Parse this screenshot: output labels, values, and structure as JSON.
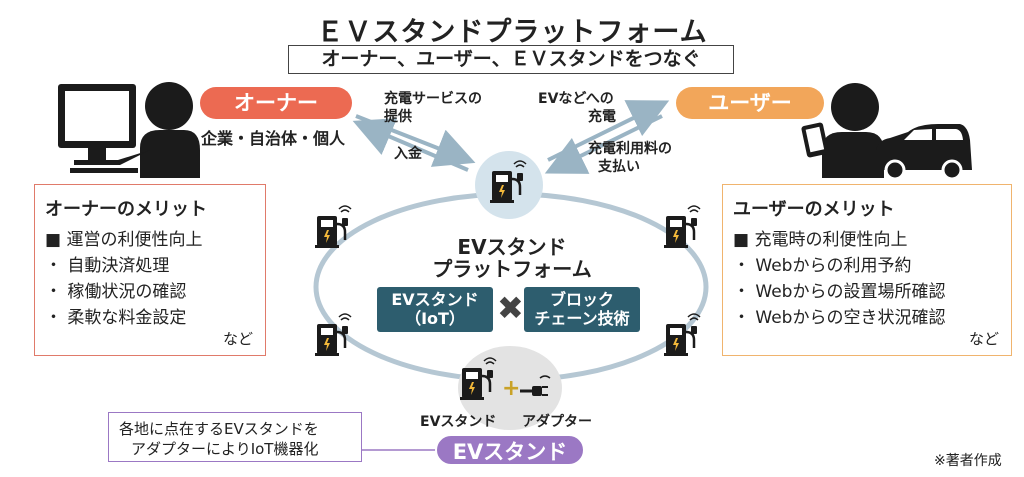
{
  "title": "ＥＶスタンドプラットフォーム",
  "subtitle": "オーナー、ユーザー、ＥＶスタンドをつなぐ",
  "owner": {
    "label": "オーナー",
    "sub": "企業・自治体・個人",
    "color": "#ec6a52"
  },
  "user": {
    "label": "ユーザー",
    "color": "#f2a65a"
  },
  "flows": {
    "service_line1": "充電サービスの",
    "service_line2": "提供",
    "deposit": "入金",
    "ev_line1": "EVなどへの",
    "ev_line2": "充電",
    "fee_line1": "充電利用料の",
    "fee_line2": "支払い"
  },
  "owner_merit": {
    "heading": "オーナーのメリット",
    "items": [
      "■ 運営の利便性向上",
      "・ 自動決済処理",
      "・ 稼働状況の確認",
      "・ 柔軟な料金設定"
    ],
    "etc": "など"
  },
  "user_merit": {
    "heading": "ユーザーのメリット",
    "items": [
      "■ 充電時の利便性向上",
      "・ Webからの利用予約",
      "・ Webからの設置場所確認",
      "・ Webからの空き状況確認"
    ],
    "etc": "など"
  },
  "platform": {
    "title_line1": "EVスタンド",
    "title_line2": "プラットフォーム",
    "iot_line1": "EVスタンド",
    "iot_line2": "（IoT）",
    "cross": "✖",
    "bc_line1": "ブロック",
    "bc_line2": "チェーン技術"
  },
  "bottom": {
    "ev_caption": "EVスタンド",
    "plus": "+",
    "adapter_caption": "アダプター",
    "pill": "EVスタンド",
    "note_line1": "各地に点在するEVスタンドを",
    "note_line2": "アダプターによりIoT機器化"
  },
  "credit": "※著者作成",
  "colors": {
    "ring": "#b5c7d3",
    "teal": "#2d5d6e",
    "purple": "#9b78c4",
    "circle": "#d4e3ec"
  },
  "icons": [
    "person-computer-icon",
    "person-tablet-icon",
    "car-icon",
    "ev-charger-icon",
    "plug-adapter-icon"
  ]
}
